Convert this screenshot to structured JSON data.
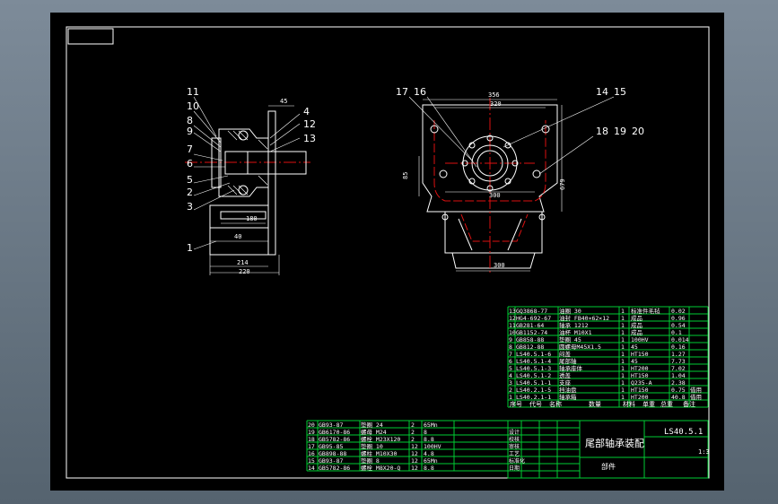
{
  "sheet": {
    "title": "尾部轴承装配",
    "drawing_no": "LS40.5.1",
    "scale_mark": "1:3",
    "part_label": "部件",
    "frame_color": "#ffffff",
    "table_color": "#00cc33",
    "centerline_color": "#dd1111"
  },
  "side_view": {
    "callouts": [
      "11",
      "10",
      "8",
      "9",
      "7",
      "6",
      "5",
      "2",
      "3",
      "1",
      "4",
      "12",
      "13"
    ],
    "dims": [
      "45",
      "180",
      "40",
      "214",
      "220"
    ]
  },
  "front_view": {
    "callouts": [
      "17",
      "16",
      "14",
      "15",
      "18",
      "19",
      "20"
    ],
    "dims": [
      "356",
      "320",
      "85",
      "300",
      "679",
      "300"
    ]
  },
  "bom_upper": {
    "header": [
      "序号",
      "代号",
      "名称",
      "数量",
      "材料",
      "单重",
      "总重",
      "备注"
    ],
    "rows": [
      [
        "13",
        "GQ3868-77",
        "油圈 30",
        "1",
        "标准件毛毡",
        "0.02",
        ""
      ],
      [
        "12",
        "HG4-692-67",
        "油封 FB40×62×12",
        "1",
        "成品",
        "0.96",
        ""
      ],
      [
        "11",
        "GB281-64",
        "轴承 1212",
        "1",
        "成品",
        "0.54",
        ""
      ],
      [
        "10",
        "GB1152-74",
        "油杯 M10X1",
        "1",
        "成品",
        "0.1",
        ""
      ],
      [
        "9",
        "GB858-88",
        "垫圈 45",
        "1",
        "100HV",
        "0.014",
        ""
      ],
      [
        "8",
        "GB812-88",
        "圆螺母M45X1.5",
        "1",
        "45",
        "0.16",
        ""
      ],
      [
        "7",
        "LS40.5.1-6",
        "闷盖",
        "1",
        "HT150",
        "1.27",
        ""
      ],
      [
        "6",
        "LS40.5.1-4",
        "尾部轴",
        "1",
        "45",
        "7.73",
        ""
      ],
      [
        "5",
        "LS40.5.1-3",
        "轴承座体",
        "1",
        "HT200",
        "7.02",
        ""
      ],
      [
        "4",
        "LS40.5.1-2",
        "透盖",
        "1",
        "HT150",
        "1.04",
        ""
      ],
      [
        "3",
        "LS40.5.1-1",
        "支座",
        "1",
        "Q235-A",
        "2.38",
        ""
      ],
      [
        "2",
        "LS40.2.1-5",
        "挡油盘",
        "1",
        "HT150",
        "0.75",
        "借用"
      ],
      [
        "1",
        "LS40.2.1-1",
        "轴承箱",
        "1",
        "HT200",
        "40.8",
        "借用"
      ]
    ]
  },
  "bom_lower": {
    "rows": [
      [
        "20",
        "GB93-87",
        "垫圈 24",
        "2",
        "65Mn"
      ],
      [
        "19",
        "GB6170-86",
        "螺母 M24",
        "2",
        "8"
      ],
      [
        "18",
        "GB5782-86",
        "螺栓 M23X120",
        "2",
        "8.8"
      ],
      [
        "17",
        "GB95-85",
        "垫圈 10",
        "12",
        "100HV"
      ],
      [
        "16",
        "GB898-88",
        "螺柱 M10X30",
        "12",
        "4.8"
      ],
      [
        "15",
        "GB93-87",
        "垫圈 8",
        "12",
        "65Mn"
      ],
      [
        "14",
        "GB5782-86",
        "螺栓 M8X20-Q",
        "12",
        "8.8"
      ]
    ]
  },
  "title_block": {
    "labels": [
      "设计",
      "校核",
      "审核",
      "工艺",
      "标准化",
      "日期"
    ]
  }
}
